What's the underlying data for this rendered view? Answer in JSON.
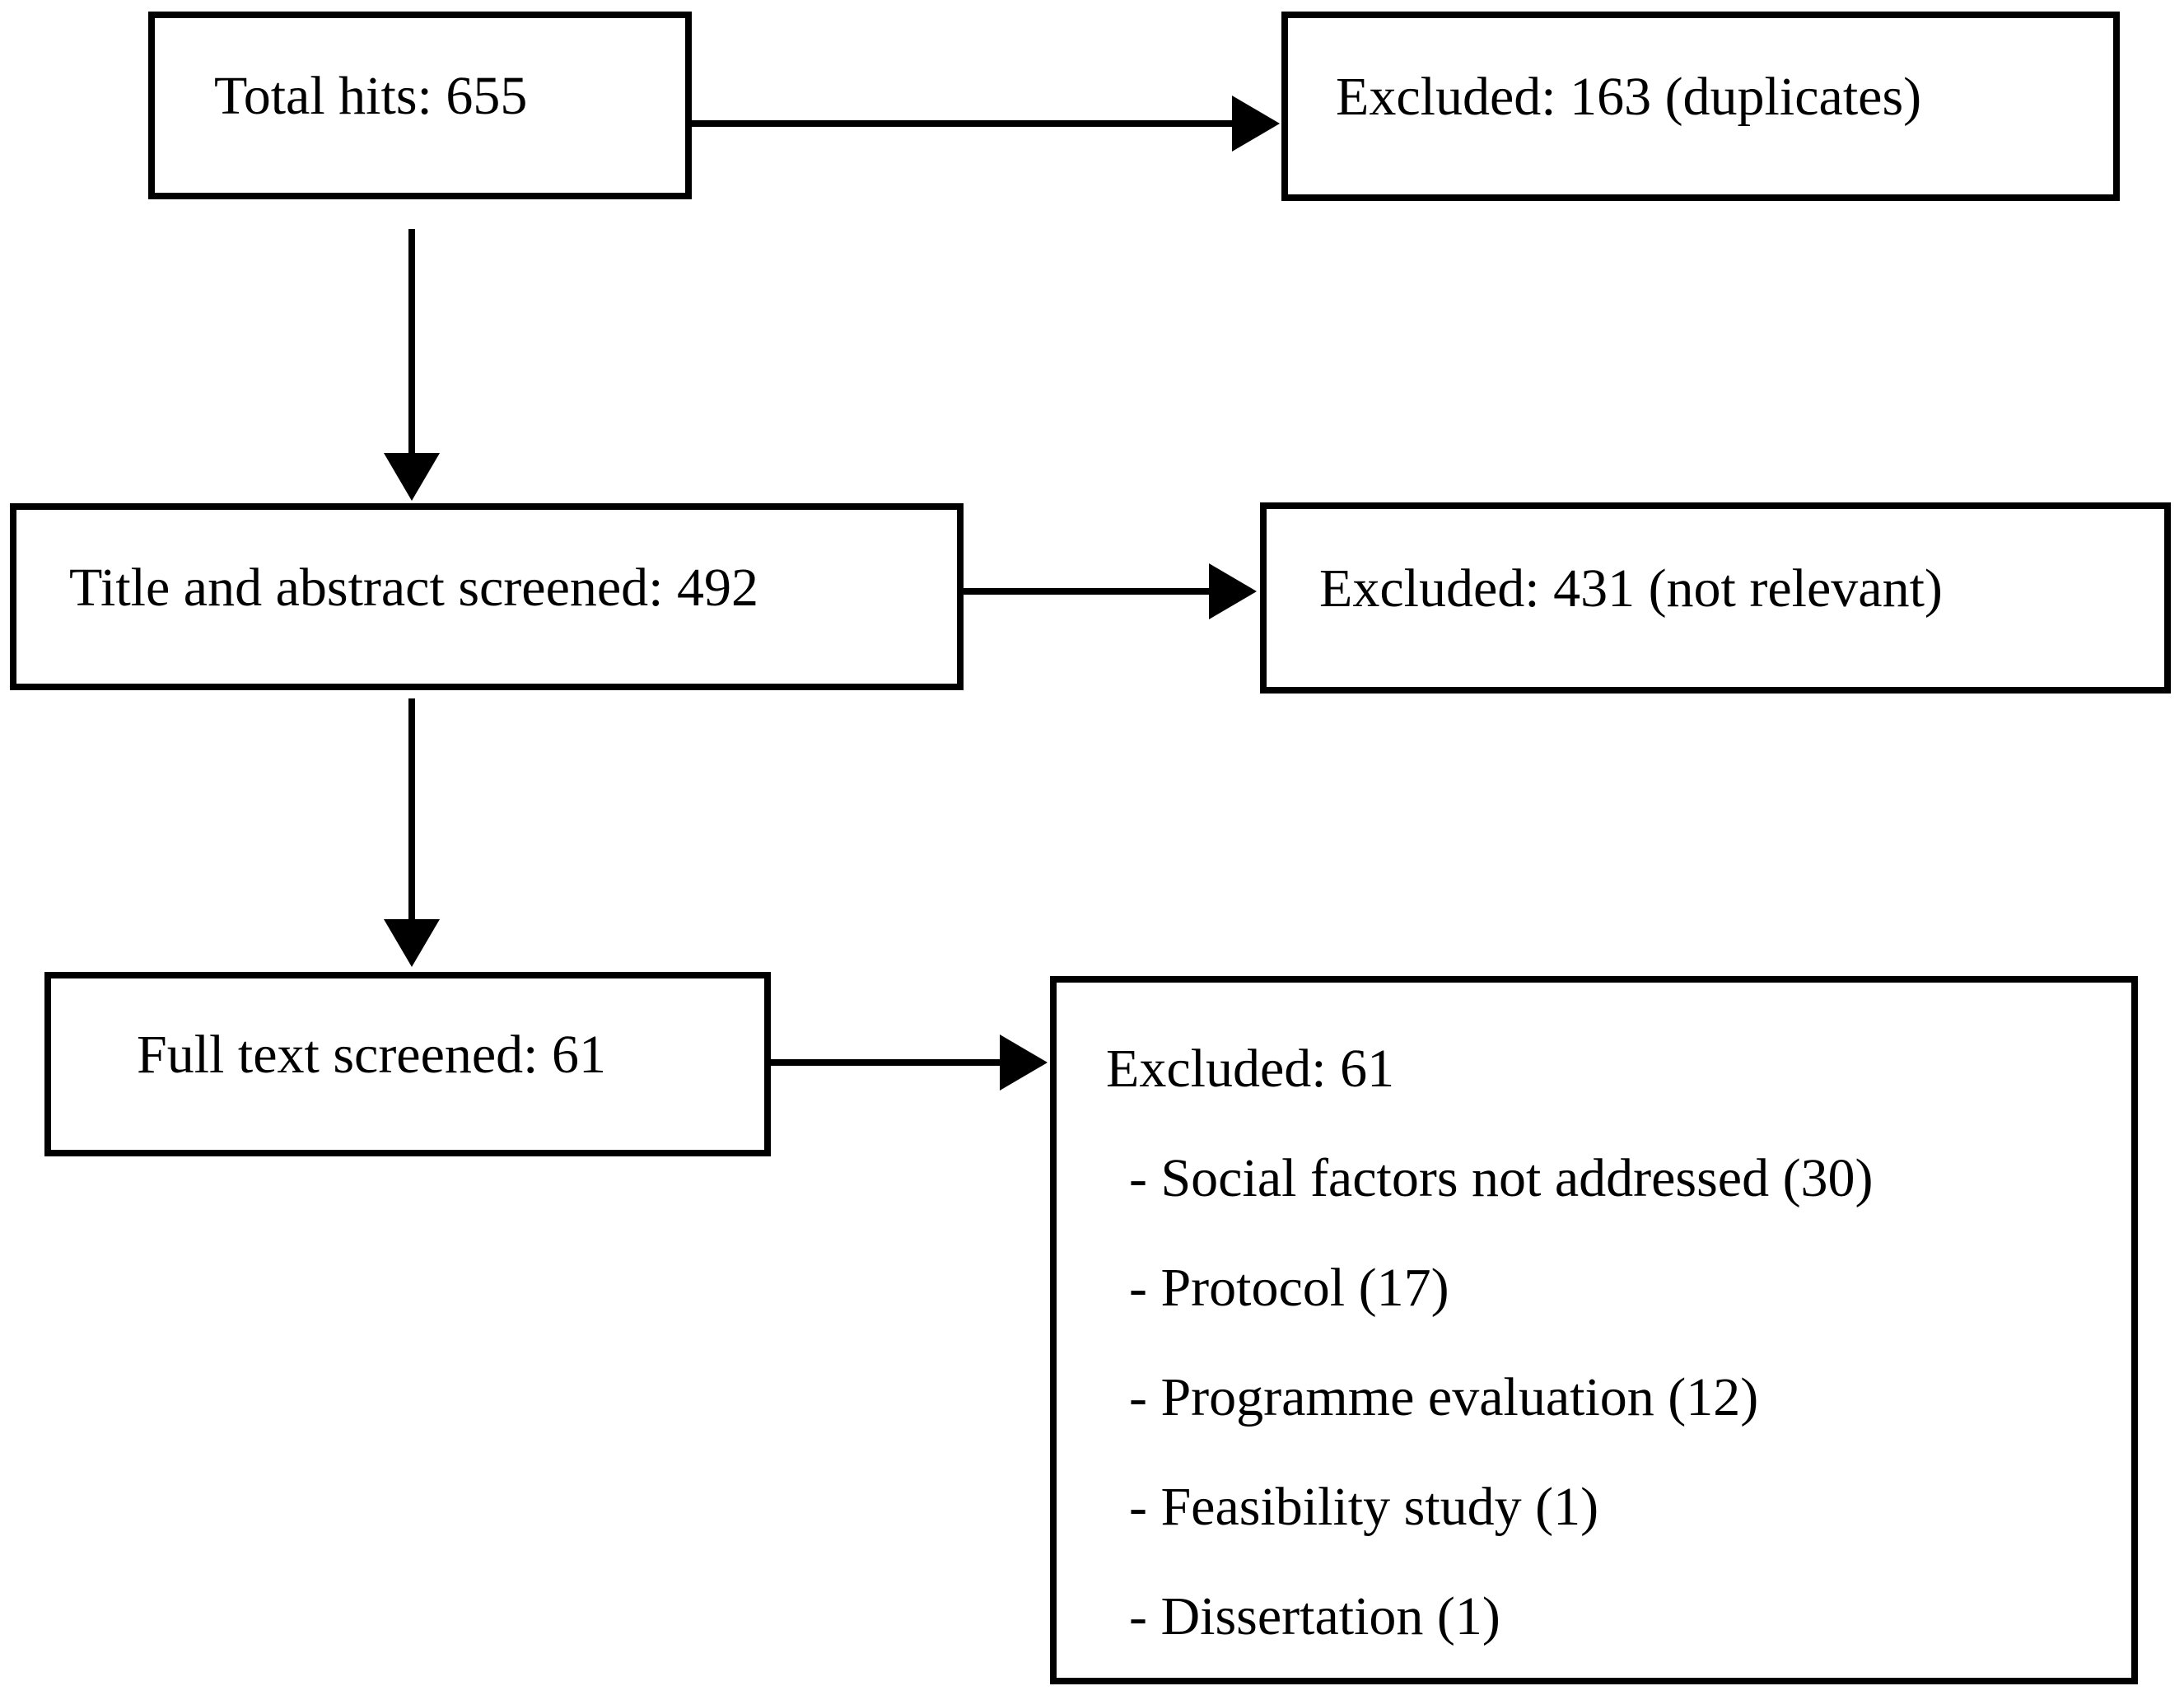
{
  "figure": {
    "type": "study-selection-flow-diagram",
    "background_color": "#ffffff",
    "line_color": "#000000",
    "boxes": {
      "total_hits": {
        "label": "Total hits: 655"
      },
      "excluded_duplicates": {
        "label": "Excluded: 163 (duplicates)"
      },
      "title_abstract_screened": {
        "label": "Title and abstract screened: 492"
      },
      "excluded_not_relevant": {
        "label": "Excluded: 431 (not relevant)"
      },
      "full_text_screened": {
        "label": "Full text screened: 61"
      },
      "excluded_full_text": {
        "label": "Excluded: 61",
        "items": [
          "- Social factors not addressed (30)",
          "- Protocol (17)",
          "- Programme evaluation (12)",
          "- Feasibility study (1)",
          "- Dissertation (1)"
        ]
      }
    }
  }
}
